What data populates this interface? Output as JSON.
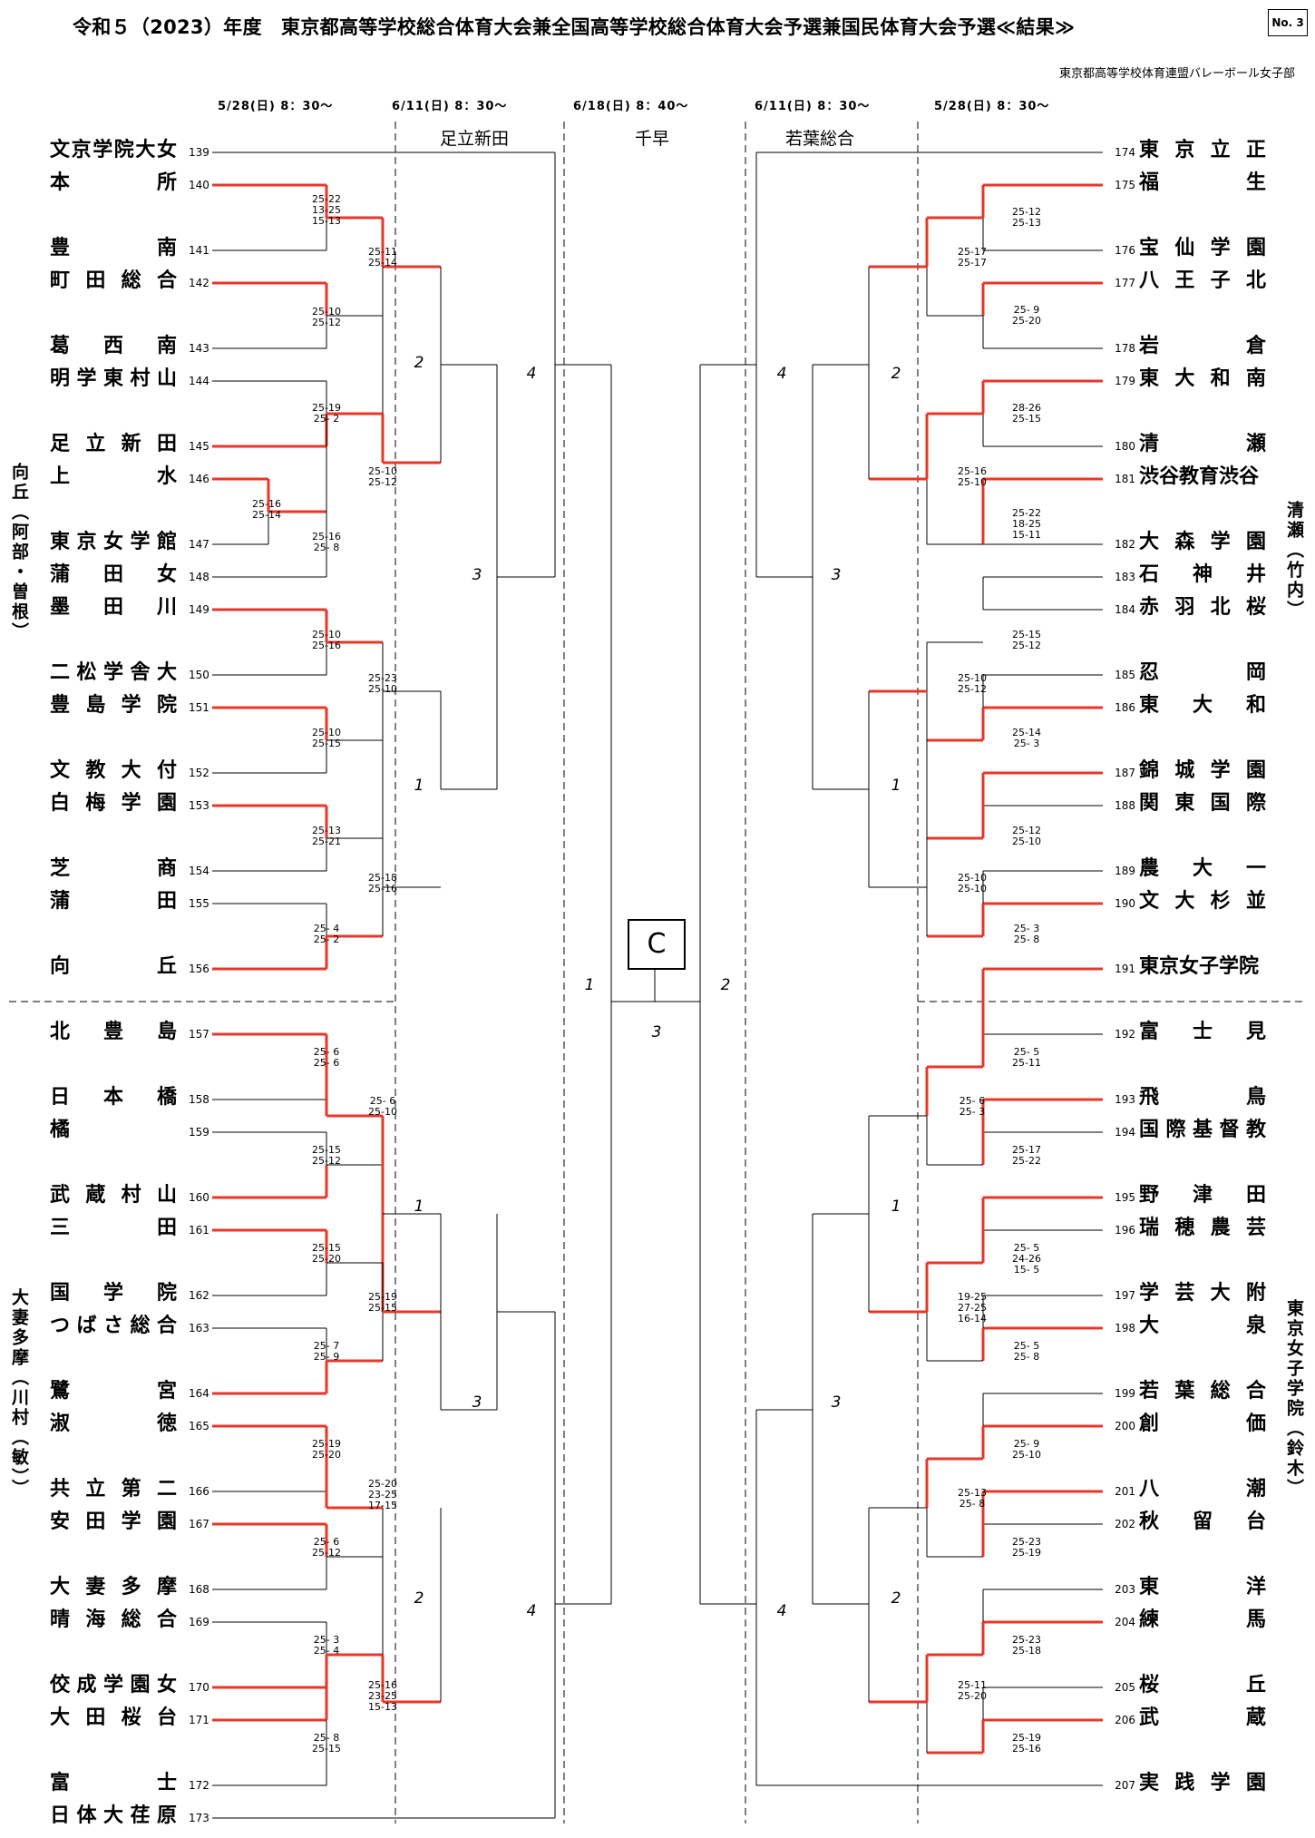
{
  "header": {
    "title": "令和５（2023）年度　東京都高等学校総合体育大会兼全国高等学校総合体育大会予選兼国民体育大会予選≪結果≫",
    "doc_no": "No. 3",
    "organizer": "東京都高等学校体育連盟バレーボール女子部"
  },
  "dates": [
    "5/28(日) 8：30～",
    "6/11(日) 8：30～",
    "6/18(日) 8：40～",
    "6/11(日) 8：30～",
    "5/28(日) 8：30～"
  ],
  "venues": {
    "left": "足立新田",
    "center": "千早",
    "right": "若葉総合"
  },
  "champion_box": "C",
  "side_labels": {
    "left_top": "向丘（阿部・曽根）",
    "left_bottom": "大妻多摩（川村（敏））",
    "right_top": "清瀬（竹内）",
    "right_bottom": "東京女子学院（鈴木）"
  },
  "left_teams": [
    {
      "num": "139",
      "name": "文京学院大女"
    },
    {
      "num": "140",
      "name": "本所"
    },
    {
      "num": "141",
      "name": "豊南"
    },
    {
      "num": "142",
      "name": "町田総合"
    },
    {
      "num": "143",
      "name": "葛西南"
    },
    {
      "num": "144",
      "name": "明学東村山"
    },
    {
      "num": "145",
      "name": "足立新田"
    },
    {
      "num": "146",
      "name": "上水"
    },
    {
      "num": "147",
      "name": "東京女学館"
    },
    {
      "num": "148",
      "name": "蒲田女"
    },
    {
      "num": "149",
      "name": "墨田川"
    },
    {
      "num": "150",
      "name": "二松学舎大"
    },
    {
      "num": "151",
      "name": "豊島学院"
    },
    {
      "num": "152",
      "name": "文教大付"
    },
    {
      "num": "153",
      "name": "白梅学園"
    },
    {
      "num": "154",
      "name": "芝商"
    },
    {
      "num": "155",
      "name": "蒲田"
    },
    {
      "num": "156",
      "name": "向丘"
    },
    {
      "num": "157",
      "name": "北豊島"
    },
    {
      "num": "158",
      "name": "日本橋"
    },
    {
      "num": "159",
      "name": "橘"
    },
    {
      "num": "160",
      "name": "武蔵村山"
    },
    {
      "num": "161",
      "name": "三田"
    },
    {
      "num": "162",
      "name": "国学院"
    },
    {
      "num": "163",
      "name": "つばさ総合"
    },
    {
      "num": "164",
      "name": "鷺宮"
    },
    {
      "num": "165",
      "name": "淑徳"
    },
    {
      "num": "166",
      "name": "共立第二"
    },
    {
      "num": "167",
      "name": "安田学園"
    },
    {
      "num": "168",
      "name": "大妻多摩"
    },
    {
      "num": "169",
      "name": "晴海総合"
    },
    {
      "num": "170",
      "name": "佼成学園女"
    },
    {
      "num": "171",
      "name": "大田桜台"
    },
    {
      "num": "172",
      "name": "富士"
    },
    {
      "num": "173",
      "name": "日体大荏原"
    }
  ],
  "right_teams": [
    {
      "num": "174",
      "name": "東京立正"
    },
    {
      "num": "175",
      "name": "福生"
    },
    {
      "num": "176",
      "name": "宝仙学園"
    },
    {
      "num": "177",
      "name": "八王子北"
    },
    {
      "num": "178",
      "name": "岩倉"
    },
    {
      "num": "179",
      "name": "東大和南"
    },
    {
      "num": "180",
      "name": "清瀬"
    },
    {
      "num": "181",
      "name": "渋谷教育渋谷"
    },
    {
      "num": "182",
      "name": "大森学園"
    },
    {
      "num": "183",
      "name": "石神井"
    },
    {
      "num": "184",
      "name": "赤羽北桜"
    },
    {
      "num": "185",
      "name": "忍岡"
    },
    {
      "num": "186",
      "name": "東大和"
    },
    {
      "num": "187",
      "name": "錦城学園"
    },
    {
      "num": "188",
      "name": "関東国際"
    },
    {
      "num": "189",
      "name": "農大一"
    },
    {
      "num": "190",
      "name": "文大杉並"
    },
    {
      "num": "191",
      "name": "東京女子学院"
    },
    {
      "num": "192",
      "name": "富士見"
    },
    {
      "num": "193",
      "name": "飛鳥"
    },
    {
      "num": "194",
      "name": "国際基督教"
    },
    {
      "num": "195",
      "name": "野津田"
    },
    {
      "num": "196",
      "name": "瑞穂農芸"
    },
    {
      "num": "197",
      "name": "学芸大附"
    },
    {
      "num": "198",
      "name": "大泉"
    },
    {
      "num": "199",
      "name": "若葉総合"
    },
    {
      "num": "200",
      "name": "創価"
    },
    {
      "num": "201",
      "name": "八潮"
    },
    {
      "num": "202",
      "name": "秋留台"
    },
    {
      "num": "203",
      "name": "東洋"
    },
    {
      "num": "204",
      "name": "練馬"
    },
    {
      "num": "205",
      "name": "桜丘"
    },
    {
      "num": "206",
      "name": "武蔵"
    },
    {
      "num": "207",
      "name": "実践学園"
    }
  ],
  "scores": [
    {
      "text": "25-22\n13-25\n15-13"
    },
    {
      "text": "25-10\n25-12"
    },
    {
      "text": "25-11\n25-14"
    },
    {
      "text": "25-19\n25- 2"
    },
    {
      "text": "25-16\n25-14"
    },
    {
      "text": "25-16\n25- 8"
    },
    {
      "text": "25-10\n25-12"
    },
    {
      "text": "25-10\n25-16"
    },
    {
      "text": "25-10\n25-15"
    },
    {
      "text": "25-23\n25-10"
    },
    {
      "text": "25-13\n25-21"
    },
    {
      "text": "25- 4\n25- 2"
    },
    {
      "text": "25-18\n25-16"
    },
    {
      "text": "25- 6\n25- 6"
    },
    {
      "text": "25-15\n25-12"
    },
    {
      "text": "25- 6\n25-10"
    },
    {
      "text": "25-15\n25-20"
    },
    {
      "text": "25- 7\n25- 9"
    },
    {
      "text": "25-19\n25-15"
    },
    {
      "text": "25-19\n25-20"
    },
    {
      "text": "25- 6\n25-12"
    },
    {
      "text": "25-20\n23-25\n17-15"
    },
    {
      "text": "25- 3\n25- 4"
    },
    {
      "text": "25- 8\n25-15"
    },
    {
      "text": "25-16\n23-25\n15-13"
    },
    {
      "text": "25-12\n25-13"
    },
    {
      "text": "25- 9\n25-20"
    },
    {
      "text": "25-17\n25-17"
    },
    {
      "text": "28-26\n25-15"
    },
    {
      "text": "25-22\n18-25\n15-11"
    },
    {
      "text": "25-16\n25-10"
    },
    {
      "text": "25-15\n25-12"
    },
    {
      "text": "25-14\n25- 3"
    },
    {
      "text": "25-10\n25-12"
    },
    {
      "text": "25-12\n25-10"
    },
    {
      "text": "25- 3\n25- 8"
    },
    {
      "text": "25-10\n25-10"
    },
    {
      "text": "25- 5\n25-11"
    },
    {
      "text": "25-17\n25-22"
    },
    {
      "text": "25- 6\n25- 3"
    },
    {
      "text": "25- 5\n24-26\n15- 5"
    },
    {
      "text": "25- 5\n25- 8"
    },
    {
      "text": "19-25\n27-25\n16-14"
    },
    {
      "text": "25- 9\n25-10"
    },
    {
      "text": "25-23\n25-19"
    },
    {
      "text": "25-13\n25- 8"
    },
    {
      "text": "25-23\n25-18"
    },
    {
      "text": "25-19\n25-16"
    },
    {
      "text": "25-11\n25-20"
    }
  ],
  "round_labels": [
    "2",
    "4",
    "3",
    "1",
    "1",
    "3",
    "2",
    "4",
    "4",
    "2",
    "3",
    "1",
    "1",
    "3",
    "2",
    "4",
    "1",
    "2",
    "3"
  ]
}
